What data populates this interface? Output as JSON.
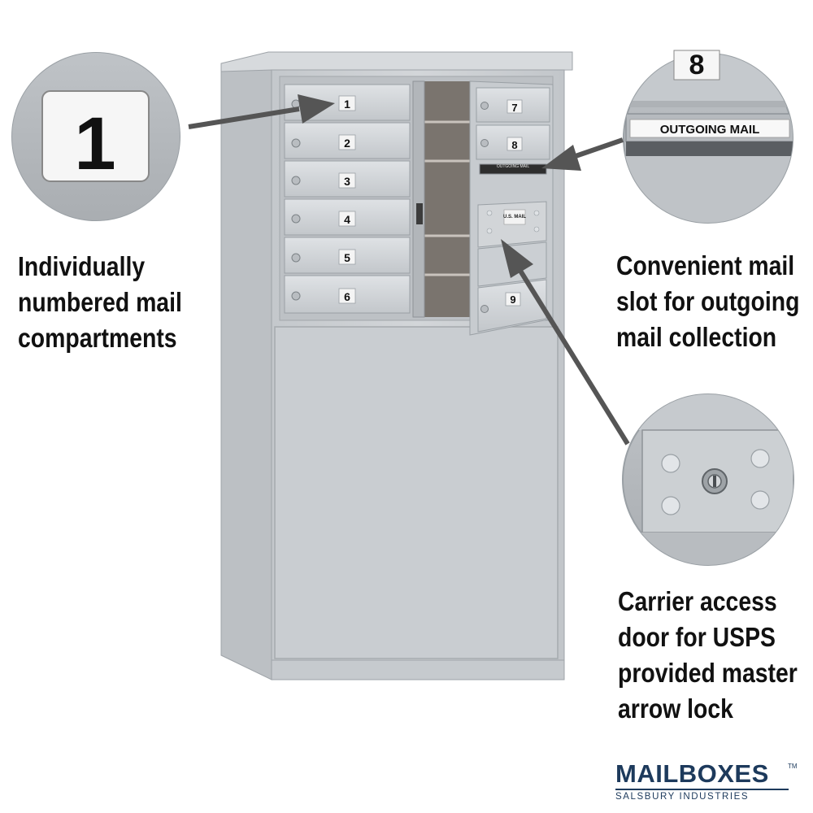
{
  "captions": {
    "left": [
      "Individually",
      "numbered mail",
      "compartments"
    ],
    "right_top": [
      "Convenient mail",
      "slot for outgoing",
      "mail collection"
    ],
    "right_bottom": [
      "Carrier access",
      "door for USPS",
      "provided master",
      "arrow lock"
    ]
  },
  "callouts": {
    "number_tag": "1",
    "slot_number_tag": "8",
    "outgoing_label": "OUTGOING MAIL"
  },
  "cabinet": {
    "left_door_numbers": [
      "1",
      "2",
      "3",
      "4",
      "5",
      "6"
    ],
    "right_door_numbers": [
      "7",
      "8"
    ],
    "lower_right_number": "9",
    "slot_label": "OUTGOING MAIL",
    "usmail_label": "U.S. MAIL"
  },
  "brand": {
    "name": "MAILBOXES",
    "tm": "TM",
    "sub": "SALSBURY INDUSTRIES"
  },
  "colors": {
    "cabinet": "#c9cdd1",
    "arrow": "#555555",
    "brand": "#1d3a5c"
  }
}
